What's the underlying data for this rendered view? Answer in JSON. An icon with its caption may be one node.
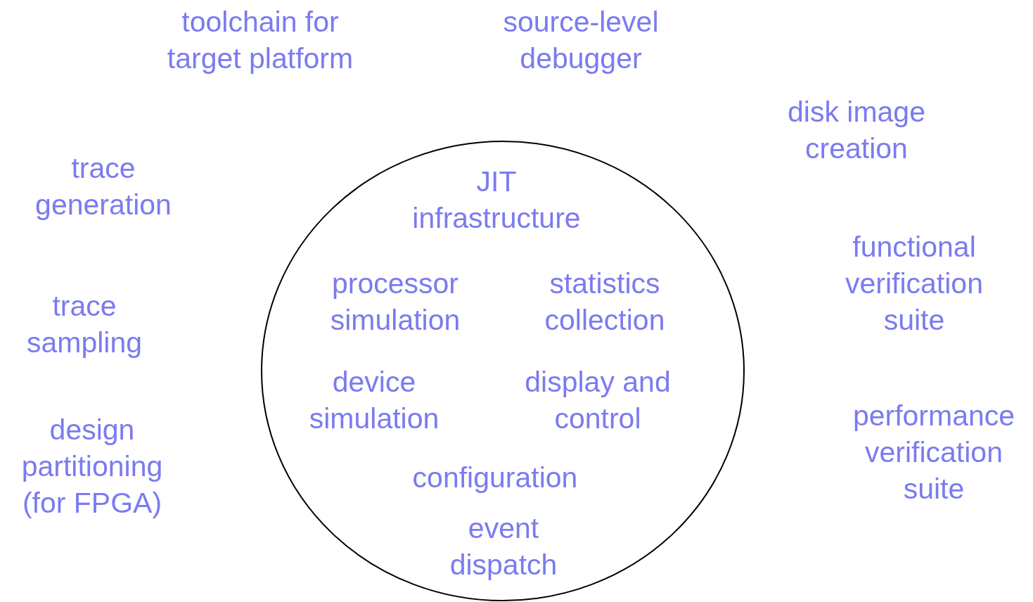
{
  "diagram": {
    "nodes": [
      {
        "text": [
          "JIT infrastructure",
          "processor simulation",
          "statistics collection",
          "device simulation",
          "display and control",
          "configuration",
          "event dispatch"
        ]
      }
    ],
    "labels": [
      "toolchain for target platform",
      "source-level debugger",
      "disk image creation",
      "trace generation",
      "functional verification suite",
      "trace sampling",
      "performance verification suite",
      "design partitioning (for FPGA)"
    ]
  }
}
